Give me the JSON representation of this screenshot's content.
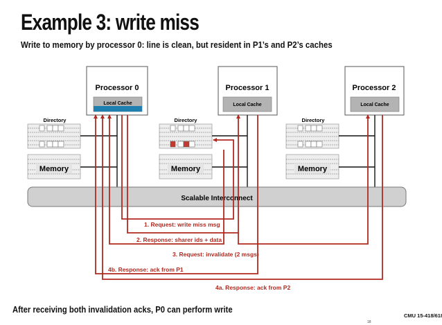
{
  "slide": {
    "title": "Example 3: write miss",
    "subtitle": "Write to memory by processor 0: line is clean, but resident in P1’s and P2’s caches",
    "footer": "After receiving both invalidation acks, P0 can perform write",
    "course": "CMU 15-418/618",
    "page": "18"
  },
  "processors": [
    {
      "label": "Processor 0",
      "cache_label": "Local Cache"
    },
    {
      "label": "Processor 1",
      "cache_label": "Local Cache"
    },
    {
      "label": "Processor 2",
      "cache_label": "Local Cache"
    }
  ],
  "nodes": [
    {
      "directory_label": "Directory",
      "memory_label": "Memory"
    },
    {
      "directory_label": "Directory",
      "memory_label": "Memory"
    },
    {
      "directory_label": "Directory",
      "memory_label": "Memory"
    }
  ],
  "interconnect": {
    "label": "Scalable Interconnect"
  },
  "messages": [
    {
      "label": "1. Request: write miss msg"
    },
    {
      "label": "2. Response: sharer ids + data"
    },
    {
      "label": "3. Request: invalidate (2 msgs)"
    },
    {
      "label": "4b. Response: ack from P1"
    },
    {
      "label": "4a. Response: ack from P2"
    }
  ],
  "colors": {
    "message_arrow": "#b02a20",
    "cache_fill_valid": "#1f7fae",
    "cache_gray": "#b3b3b3",
    "dirty_bit": "#c43a2e",
    "interconnect": "#d0d0d0"
  }
}
